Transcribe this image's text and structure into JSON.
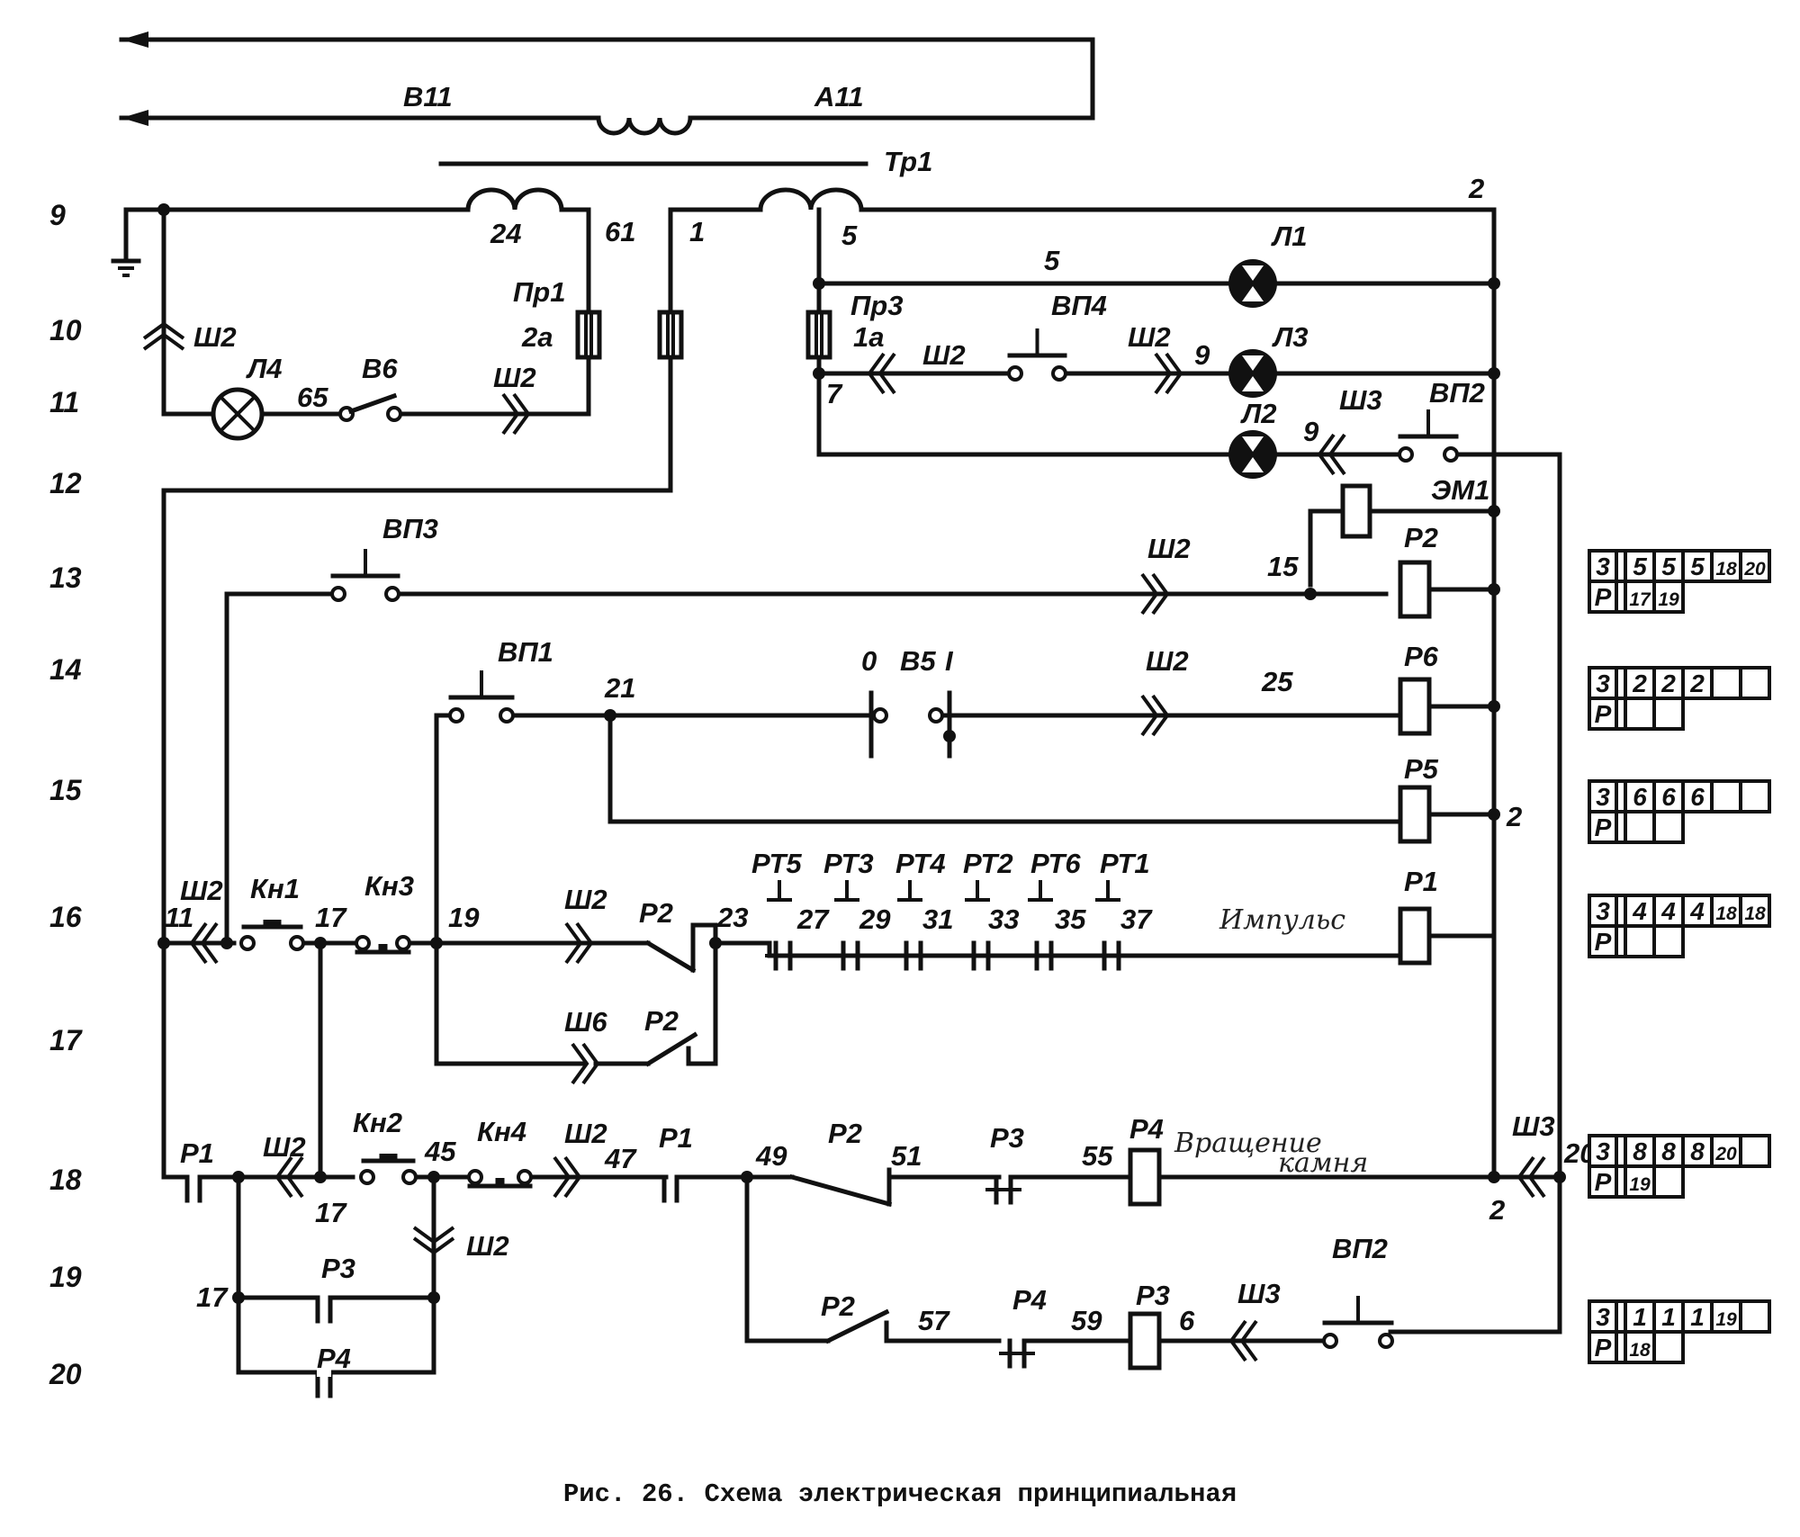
{
  "caption": "Рис. 26. Схема электрическая принципиальная",
  "row_numbers": [
    "9",
    "10",
    "11",
    "12",
    "13",
    "14",
    "15",
    "16",
    "17",
    "18",
    "19",
    "20"
  ],
  "supply": {
    "line_b": "В11",
    "line_a": "А11",
    "transformer": "Тр1"
  },
  "labels": {
    "w24": "24",
    "w61": "61",
    "w1": "1",
    "w5a": "5",
    "w5b": "5",
    "w2top": "2",
    "pr1": "Пр1",
    "pr1_rating": "2а",
    "pr3": "Пр3",
    "pr3_rating": "1а",
    "l1": "Л1",
    "l2": "Л2",
    "l3": "Л3",
    "l4": "Л4",
    "sh2_row10": "Ш2",
    "sh2_row11": "Ш2",
    "w65": "65",
    "v6": "В6",
    "sh2_vp4_left": "Ш2",
    "vp4": "ВП4",
    "sh2_vp4_right": "Ш2",
    "w9a": "9",
    "w7": "7",
    "sh3_l2": "Ш3",
    "w9b": "9",
    "vp2_top": "ВП2",
    "em1": "ЭМ1",
    "vp3": "ВП3",
    "sh2_row13": "Ш2",
    "w15": "15",
    "p2_coil": "Р2",
    "vp1": "ВП1",
    "w21": "21",
    "b5_0": "0",
    "b5": "В5",
    "b5_1": "I",
    "sh2_row14": "Ш2",
    "w25": "25",
    "p6_coil": "Р6",
    "p5_coil": "Р5",
    "w2_mid": "2",
    "sh2_row16": "Ш2",
    "kn1": "Кн1",
    "w11": "11",
    "w17a": "17",
    "kn3": "Кн3",
    "w19": "19",
    "sh2_row16b": "Ш2",
    "p2_row16": "Р2",
    "w23": "23",
    "rt5": "РТ5",
    "rt3": "РТ3",
    "rt4": "РТ4",
    "rt2": "РТ2",
    "rt6": "РТ6",
    "rt1": "РТ1",
    "w27": "27",
    "w29": "29",
    "w31": "31",
    "w33": "33",
    "w35": "35",
    "w37": "37",
    "p1_coil": "Р1",
    "note_p1": "Импульс",
    "sh6": "Ш6",
    "p2_row17": "Р2",
    "p1_row18": "Р1",
    "sh2_row18": "Ш2",
    "w17b": "17",
    "kn2": "Кн2",
    "w45": "45",
    "kn4": "Кн4",
    "sh2_row18b": "Ш2",
    "w47": "47",
    "p1_row18b": "Р1",
    "w49": "49",
    "p2_row18": "Р2",
    "w51": "51",
    "p3_row18": "Р3",
    "w55": "55",
    "p4_coil": "Р4",
    "note_p4_line1": "Вращение",
    "note_p4_line2": "камня",
    "sh3_row18": "Ш3",
    "w20": "20",
    "w2_bottom": "2",
    "sh2_row19": "Ш2",
    "w17c": "17",
    "p3_row19": "Р3",
    "p4_row20": "Р4",
    "p2_row19": "Р2",
    "w57": "57",
    "p4_row19": "Р4",
    "w59": "59",
    "p3_coil": "Р3",
    "w6": "6",
    "sh3_row19": "Ш3",
    "vp2_bottom": "ВП2"
  },
  "contact_tables": [
    {
      "relay": "Р2",
      "top": [
        "3",
        "",
        "5",
        "5",
        "5",
        "18",
        "20"
      ],
      "bottom": [
        "Р",
        "",
        "17",
        "19"
      ]
    },
    {
      "relay": "Р6",
      "top": [
        "3",
        "",
        "2",
        "2",
        "2",
        "",
        ""
      ],
      "bottom": [
        "Р",
        "",
        "",
        ""
      ]
    },
    {
      "relay": "Р5",
      "top": [
        "3",
        "",
        "6",
        "6",
        "6",
        "",
        ""
      ],
      "bottom": [
        "Р",
        "",
        "",
        ""
      ]
    },
    {
      "relay": "Р1",
      "top": [
        "3",
        "",
        "4",
        "4",
        "4",
        "18",
        "18"
      ],
      "bottom": [
        "Р",
        "",
        "",
        ""
      ]
    },
    {
      "relay": "Р4",
      "top": [
        "3",
        "",
        "8",
        "8",
        "8",
        "20",
        ""
      ],
      "bottom": [
        "Р",
        "",
        "19",
        ""
      ]
    },
    {
      "relay": "Р3",
      "top": [
        "3",
        "",
        "1",
        "1",
        "1",
        "19",
        ""
      ],
      "bottom": [
        "Р",
        "",
        "18",
        ""
      ]
    }
  ]
}
